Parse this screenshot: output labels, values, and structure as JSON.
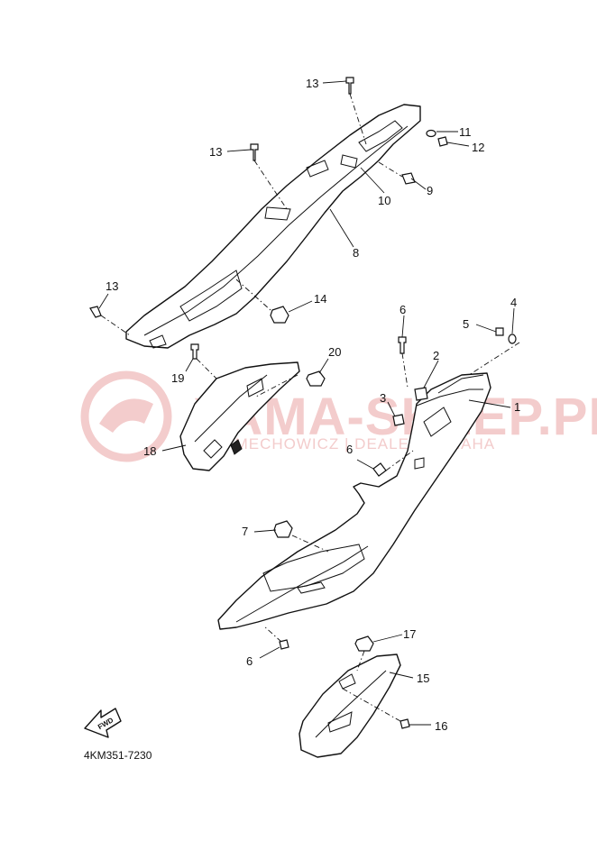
{
  "watermark": {
    "main_text": "YAMA-SKLEP.PL",
    "sub_text": "P.H. MECHOWICZ | DEALER YAMAHA"
  },
  "diagram_ref": "4KM351-7230",
  "fwd_label": "FWD",
  "callouts": [
    {
      "id": "c13a",
      "label": "13"
    },
    {
      "id": "c11",
      "label": "11"
    },
    {
      "id": "c12",
      "label": "12"
    },
    {
      "id": "c13b",
      "label": "13"
    },
    {
      "id": "c9",
      "label": "9"
    },
    {
      "id": "c10",
      "label": "10"
    },
    {
      "id": "c8",
      "label": "8"
    },
    {
      "id": "c13c",
      "label": "13"
    },
    {
      "id": "c14",
      "label": "14"
    },
    {
      "id": "c6a",
      "label": "6"
    },
    {
      "id": "c4",
      "label": "4"
    },
    {
      "id": "c5",
      "label": "5"
    },
    {
      "id": "c20",
      "label": "20"
    },
    {
      "id": "c19",
      "label": "19"
    },
    {
      "id": "c2",
      "label": "2"
    },
    {
      "id": "c3",
      "label": "3"
    },
    {
      "id": "c1",
      "label": "1"
    },
    {
      "id": "c18",
      "label": "18"
    },
    {
      "id": "c6b",
      "label": "6"
    },
    {
      "id": "c7",
      "label": "7"
    },
    {
      "id": "c17",
      "label": "17"
    },
    {
      "id": "c15",
      "label": "15"
    },
    {
      "id": "c6c",
      "label": "6"
    },
    {
      "id": "c16",
      "label": "16"
    }
  ],
  "colors": {
    "line": "#111111",
    "watermark": "#f3cccc",
    "background": "#ffffff"
  }
}
